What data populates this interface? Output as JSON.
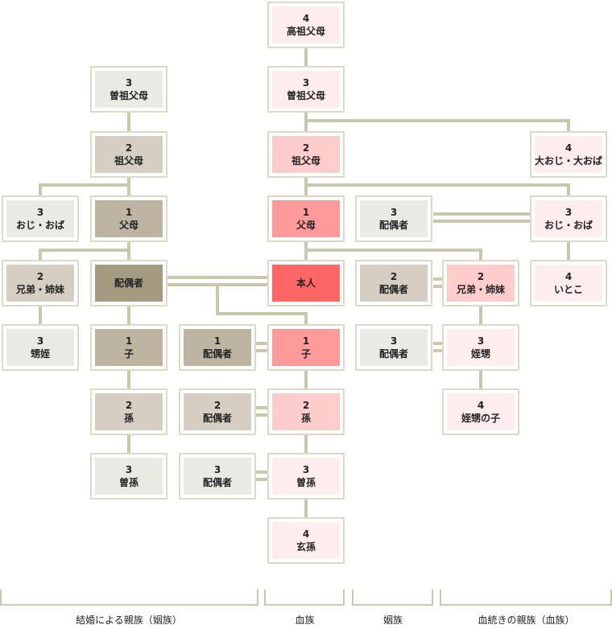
{
  "blood": {
    "great_great_grandparents": {
      "degree": "4",
      "label": "高祖父母"
    },
    "great_grandparents": {
      "degree": "3",
      "label": "曽祖父母"
    },
    "grandparents": {
      "degree": "2",
      "label": "祖父母"
    },
    "parents": {
      "degree": "1",
      "label": "父母"
    },
    "self": {
      "label": "本人"
    },
    "children": {
      "degree": "1",
      "label": "子"
    },
    "grandchildren": {
      "degree": "2",
      "label": "孫"
    },
    "great_grandchildren": {
      "degree": "3",
      "label": "曽孫"
    },
    "great_great_grandchildren": {
      "degree": "4",
      "label": "玄孫"
    },
    "great_uncles_aunts": {
      "degree": "4",
      "label": "大おじ・大おば"
    },
    "uncles_aunts": {
      "degree": "3",
      "label": "おじ・おば"
    },
    "cousins": {
      "degree": "4",
      "label": "いとこ"
    },
    "siblings": {
      "degree": "2",
      "label": "兄弟・姉妹"
    },
    "nephews_nieces": {
      "degree": "3",
      "label": "姪甥"
    },
    "nephews_nieces_children": {
      "degree": "4",
      "label": "姪甥の子"
    }
  },
  "inlaw_right": {
    "uncle_spouse": {
      "degree": "3",
      "label": "配偶者"
    },
    "sibling_spouse": {
      "degree": "2",
      "label": "配偶者"
    },
    "nephew_spouse": {
      "degree": "3",
      "label": "配偶者"
    }
  },
  "inlaw_child_spouses": {
    "child_spouse": {
      "degree": "1",
      "label": "配偶者"
    },
    "grandchild_spouse": {
      "degree": "2",
      "label": "配偶者"
    },
    "great_grandchild_spouse": {
      "degree": "3",
      "label": "配偶者"
    }
  },
  "spouse_side": {
    "spouse": {
      "label": "配偶者"
    },
    "great_grandparents": {
      "degree": "3",
      "label": "曽祖父母"
    },
    "grandparents": {
      "degree": "2",
      "label": "祖父母"
    },
    "parents": {
      "degree": "1",
      "label": "父母"
    },
    "children": {
      "degree": "1",
      "label": "子"
    },
    "grandchildren": {
      "degree": "2",
      "label": "孫"
    },
    "great_grandchildren": {
      "degree": "3",
      "label": "曽孫"
    },
    "uncles_aunts": {
      "degree": "3",
      "label": "おじ・おば"
    },
    "siblings": {
      "degree": "2",
      "label": "兄弟・姉妹"
    },
    "nephews_nieces": {
      "degree": "3",
      "label": "甥姪"
    }
  },
  "legend": {
    "inlaw_by_marriage": "結婚による親族（姻族）",
    "blood": "血族",
    "inlaw": "姻族",
    "blood_relatives": "血統きの親族（血族）"
  },
  "colors": {
    "line": "#cac8ac",
    "self": "#ff6666",
    "spouse": "#a39a80"
  }
}
